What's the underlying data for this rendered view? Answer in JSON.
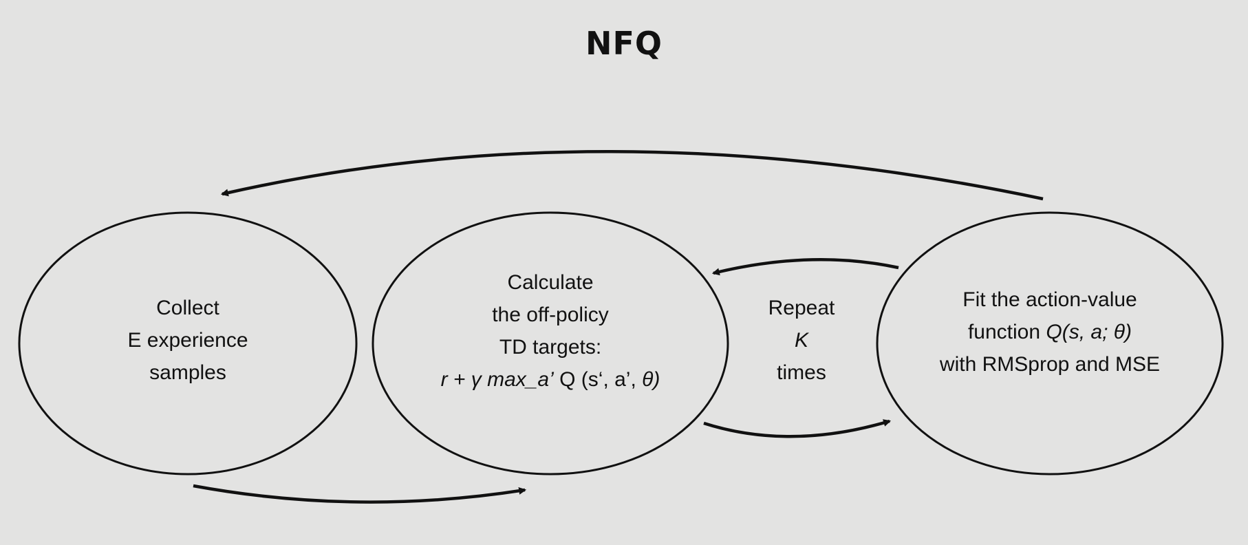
{
  "title": "NFQ",
  "nodes": {
    "collect": {
      "lines": [
        "Collect",
        "E experience",
        "samples"
      ]
    },
    "calculate": {
      "lines": [
        "Calculate",
        "the off-policy",
        "TD targets:"
      ],
      "formula": {
        "part1": "r + γ max_a’",
        "part2": " Q (s‘, a’, ",
        "part3": "θ)"
      }
    },
    "repeat": {
      "line1": "Repeat",
      "line2": "K",
      "line3": "times"
    },
    "fit": {
      "line1": "Fit the action-value",
      "line2_prefix": "function ",
      "line2_math": "Q(s, a; θ)",
      "line3": "with RMSprop and MSE"
    }
  },
  "colors": {
    "background": "#e3e3e2",
    "stroke": "#111111"
  }
}
